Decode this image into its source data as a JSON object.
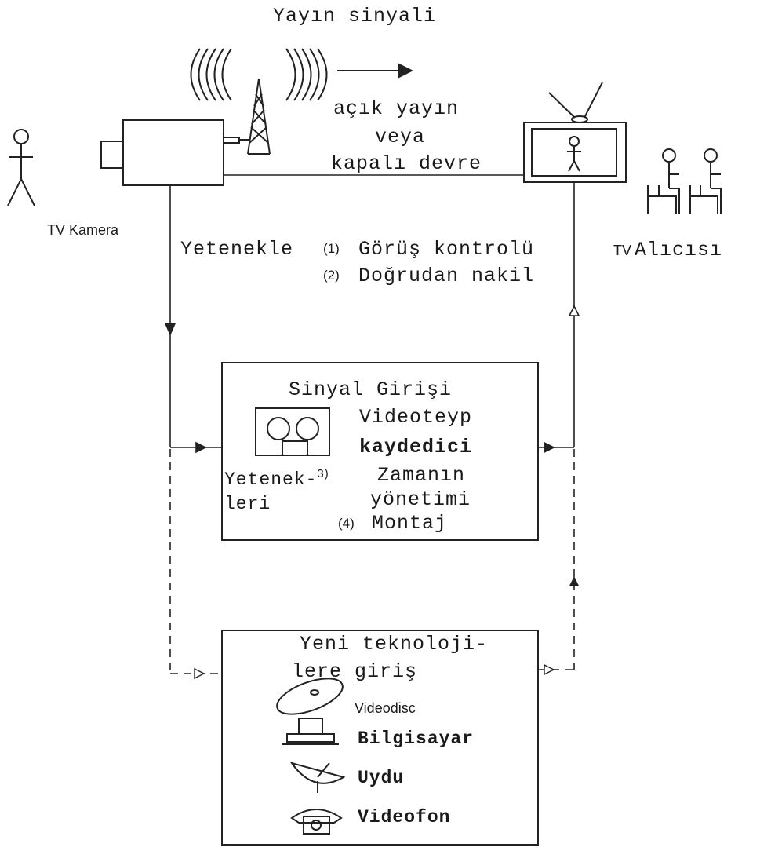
{
  "title": "Yayın sinyali",
  "transmission": {
    "line1": "açık yayın",
    "line2": "veya",
    "line3": "kapalı devre"
  },
  "camera_label": {
    "prefix": "TV ",
    "name": "Kamera"
  },
  "receiver_label": {
    "prefix": "TV",
    "name": "Alıcısı"
  },
  "capabilities_top": {
    "lead": "Yetenekle",
    "item1_num": "(1)",
    "item1": "Görüş kontrolü",
    "item2_num": "(2)",
    "item2": "Doğrudan nakil"
  },
  "signal_box": {
    "title": "Sinyal Girişi",
    "device_line1": "Videoteyp",
    "device_line2": "kaydedici",
    "side_line1": "Yetenek-",
    "side_line2": "leri",
    "item3_num": "3)",
    "item3_line1": "Zamanın",
    "item3_line2": "yönetimi",
    "item4_num": "(4)",
    "item4": "Montaj"
  },
  "newtech_box": {
    "title_line1": "Yeni teknoloji-",
    "title_line2": "lere giriş",
    "items": [
      "Videodisc",
      "Bilgisayar",
      "Uydu",
      "Videofon"
    ]
  }
}
